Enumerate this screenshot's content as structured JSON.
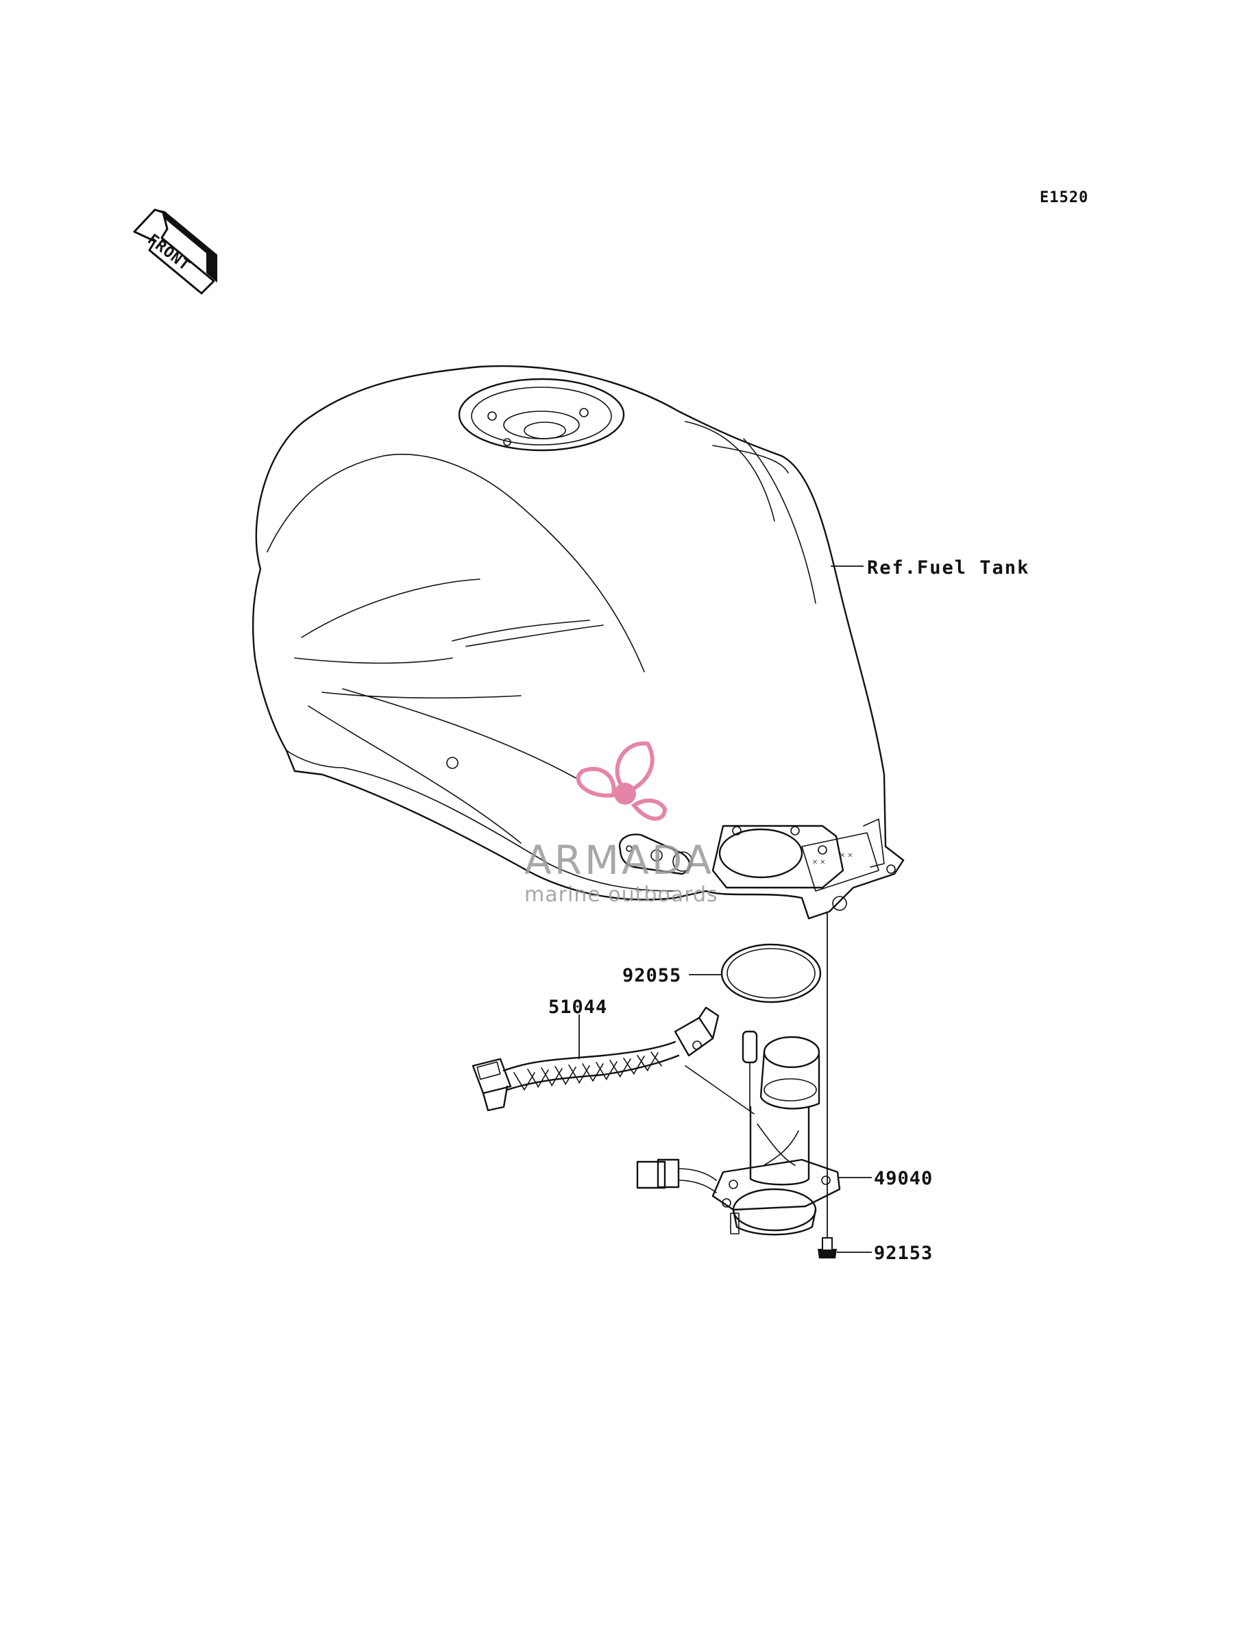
{
  "diagram_code": "E1520",
  "front_label": "FRONT",
  "reference_label": "Ref.Fuel Tank",
  "parts": [
    {
      "id": "part-92055",
      "number": "92055"
    },
    {
      "id": "part-51044",
      "number": "51044"
    },
    {
      "id": "part-49040",
      "number": "49040"
    },
    {
      "id": "part-92153",
      "number": "92153"
    }
  ],
  "watermark": {
    "brand": "ARMADA",
    "tagline": "marine outboards",
    "accent_color": "#e0709a"
  }
}
